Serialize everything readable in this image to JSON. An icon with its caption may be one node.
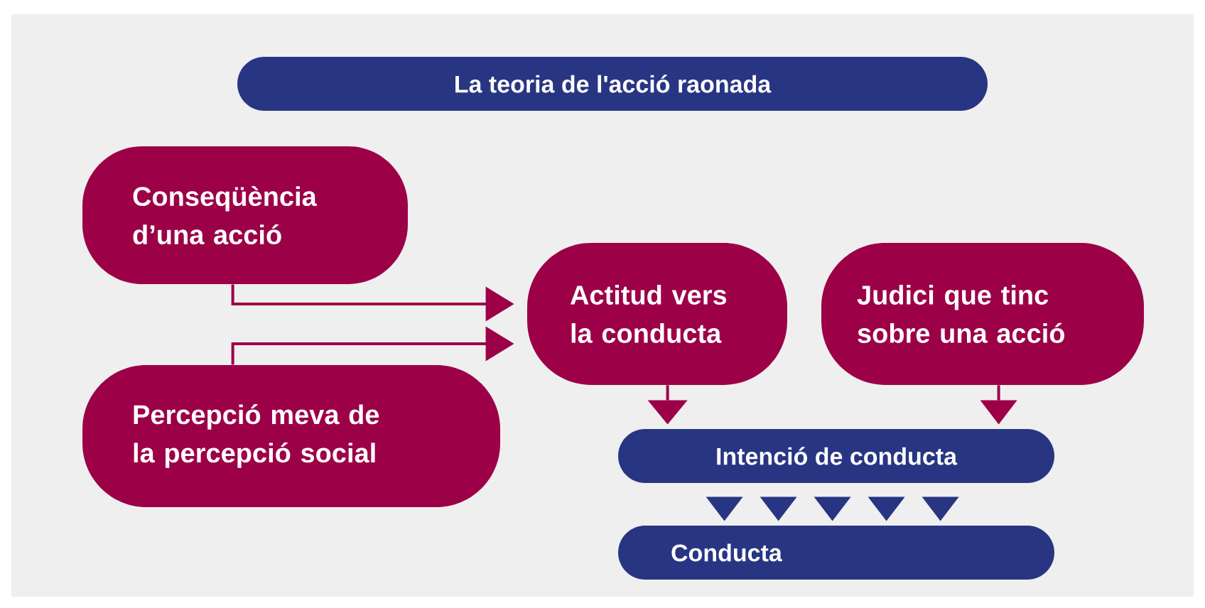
{
  "diagram": {
    "nodes": [
      {
        "text": [
          "La teoria de l'acció raonada"
        ]
      },
      {
        "text": [
          "Conseqüència d’una acció"
        ]
      },
      {
        "text": [
          "Percepció meva de la percepció social"
        ]
      },
      {
        "text": [
          "Actitud vers la conducta"
        ]
      },
      {
        "text": [
          "Judici que tinc sobre una acció"
        ]
      },
      {
        "text": [
          "Intenció de conducta"
        ]
      },
      {
        "text": [
          "Conducta"
        ]
      }
    ],
    "edges": [
      {
        "from": 1,
        "to": 3,
        "arrow": "to"
      },
      {
        "from": 2,
        "to": 3,
        "arrow": "to"
      },
      {
        "from": 3,
        "to": 5,
        "arrow": "to"
      },
      {
        "from": 4,
        "to": 5,
        "arrow": "to"
      },
      {
        "from": 5,
        "to": 6,
        "arrow": "to"
      }
    ]
  }
}
